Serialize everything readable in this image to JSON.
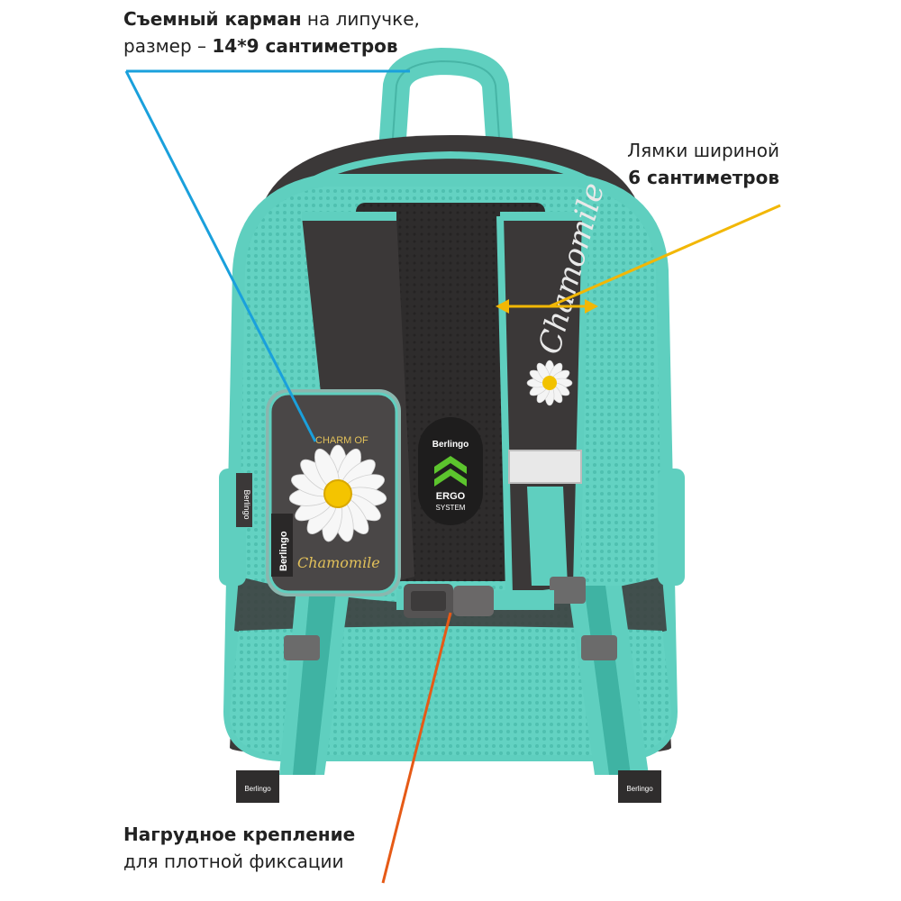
{
  "callouts": {
    "pocket": {
      "line1_bold": "Съемный карман",
      "line1_rest": " на липучке,",
      "line2_rest": "размер – ",
      "line2_bold": "14*9 сантиметров"
    },
    "straps": {
      "line1": "Лямки шириной",
      "line2_bold": "6 сантиметров"
    },
    "chest": {
      "line1_bold": "Нагрудное крепление",
      "line2": "для плотной фиксации"
    }
  },
  "product": {
    "pocket_text_top": "CHARM OF",
    "pocket_text_script": "Chamomile",
    "pocket_brand": "Berlingo",
    "strap_script": "Chamomile",
    "badge_brand": "Berlingo",
    "badge_line1": "ERGO",
    "badge_line2": "SYSTEM",
    "side_brand": "Berlingo",
    "strap_end_brand_left": "Berlingo",
    "strap_end_brand_right": "Berlingo"
  },
  "colors": {
    "mint": "#5fcfbf",
    "mint_dark": "#3fb3a3",
    "charcoal": "#3b3838",
    "blue_line": "#1aa0dc",
    "yellow_line": "#f2b705",
    "orange_line": "#e65a16"
  }
}
